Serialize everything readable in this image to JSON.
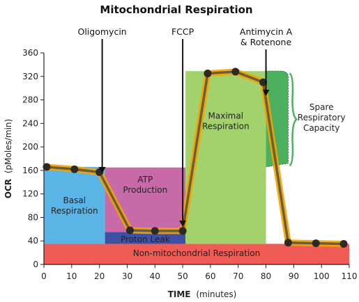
{
  "chart_data": {
    "type": "line",
    "title": "Mitochondrial Respiration",
    "xlabel_bold": "TIME",
    "xlabel_rest": "(minutes)",
    "ylabel_bold": "OCR",
    "ylabel_rest": "(pMoles/min)",
    "xlim": [
      0,
      110
    ],
    "ylim": [
      0,
      360
    ],
    "xticks": [
      0,
      10,
      20,
      30,
      40,
      50,
      60,
      70,
      80,
      90,
      100,
      110
    ],
    "yticks": [
      0,
      40,
      80,
      120,
      160,
      200,
      240,
      280,
      320,
      360
    ],
    "x": [
      1,
      11,
      20,
      31,
      40,
      50,
      59,
      69,
      79,
      88,
      98,
      108
    ],
    "y": [
      166,
      162,
      157,
      58,
      57,
      57,
      325,
      328,
      310,
      37,
      36,
      35
    ],
    "colors": {
      "line": "#6b5e3a",
      "glow": "#f4a300",
      "point": "#2e2a22",
      "basal": "#5ab4e6",
      "atp": "#c96aa8",
      "proton": "#3f4fa3",
      "nonmito": "#ef5b55",
      "maximal": "#a3d26c",
      "spare": "#4caf5e"
    },
    "injections": [
      {
        "label_lines": [
          "Oligomycin"
        ],
        "x": 21
      },
      {
        "label_lines": [
          "FCCP"
        ],
        "x": 50
      },
      {
        "label_lines": [
          "Antimycin A",
          "& Rotenone"
        ],
        "x": 80
      }
    ],
    "regions": {
      "basal": [
        "Basal",
        "Respiration"
      ],
      "atp": [
        "ATP",
        "Production"
      ],
      "proton": [
        "Proton Leak"
      ],
      "nonmito": [
        "Non-mitochondrial Respiration"
      ],
      "maximal": [
        "Maximal",
        "Respiration"
      ],
      "spare": [
        "Spare",
        "Respiratory",
        "Capacity"
      ]
    }
  }
}
